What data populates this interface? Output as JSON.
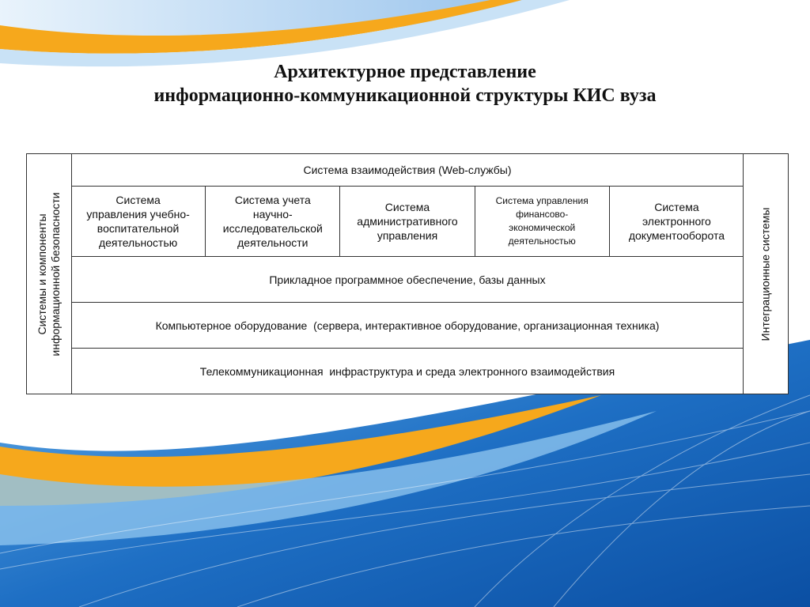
{
  "title": {
    "line1": "Архитектурное представление",
    "line2": "информационно-коммуникационной структуры КИС вуза"
  },
  "left_column": {
    "line1": "Системы и компоненты",
    "line2": "информационной безопасности"
  },
  "right_column": {
    "label": "Интеграционные системы"
  },
  "layers": {
    "web_services": "Система взаимодействия (Web-службы)",
    "systems": [
      {
        "lines": [
          "Система",
          "управления учебно-",
          "воспитательной",
          "деятельностью"
        ]
      },
      {
        "lines": [
          "Система учета",
          "научно-",
          "исследовательской",
          "деятельности"
        ]
      },
      {
        "lines": [
          "Система",
          "административного",
          "управления"
        ]
      },
      {
        "lines": [
          "Система управления",
          "финансово-",
          "экономической",
          "деятельностью"
        ]
      },
      {
        "lines": [
          "Система",
          "электронного",
          "документооборота"
        ]
      }
    ],
    "software": "Прикладное программное обеспечение, базы данных",
    "hardware": "Компьютерное оборудование  (сервера, интерактивное оборудование, организационная техника)",
    "telecom": "Телекоммуникационная  инфраструктура и среда электронного взаимодействия"
  },
  "colors": {
    "accent_orange": "#f6a81c",
    "accent_blue": "#1e6fc4",
    "light_blue": "#bcd9f2"
  }
}
